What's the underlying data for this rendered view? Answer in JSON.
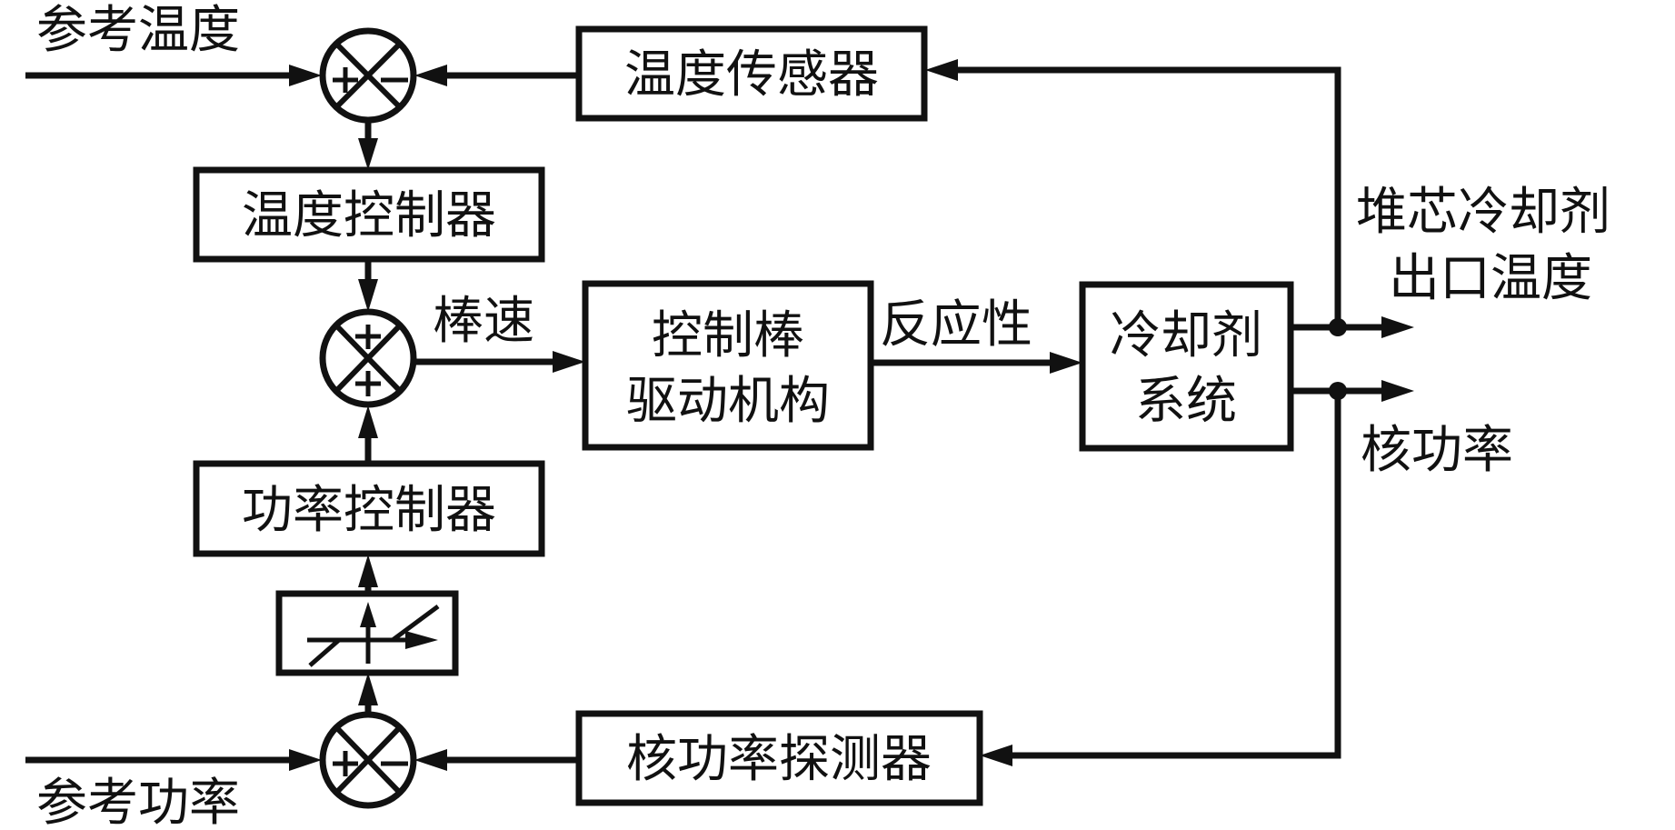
{
  "diagram": {
    "type": "control-block-diagram",
    "inputs": {
      "reference_temperature": "参考温度",
      "reference_power": "参考功率"
    },
    "blocks": {
      "temperature_sensor": "温度传感器",
      "temperature_controller": "温度控制器",
      "rod_drive_line1": "控制棒",
      "rod_drive_line2": "驱动机构",
      "coolant_system_line1": "冷却剂",
      "coolant_system_line2": "系统",
      "power_controller": "功率控制器",
      "nuclear_power_detector": "核功率探测器",
      "dead_band": "dead-zone-nonlinearity"
    },
    "signals": {
      "rod_speed": "棒速",
      "reactivity": "反应性",
      "outlet_temp_line1": "堆芯冷却剂",
      "outlet_temp_line2": "出口温度",
      "nuclear_power": "核功率"
    },
    "summing_junctions": {
      "temperature_error": {
        "left_sign": "+",
        "right_sign": "−"
      },
      "rod_speed_sum": {
        "top_sign": "+",
        "bottom_sign": "+"
      },
      "power_error": {
        "left_sign": "+",
        "right_sign": "−"
      }
    },
    "colors": {
      "line": "#111111",
      "background": "#ffffff"
    }
  }
}
